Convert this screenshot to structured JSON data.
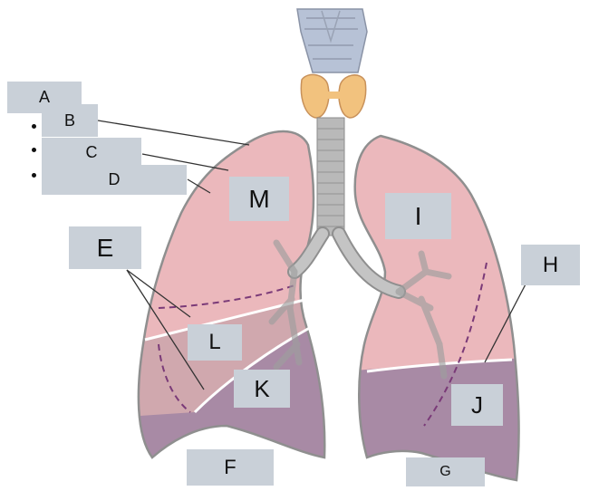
{
  "diagram": {
    "labels": {
      "A": "A",
      "B": "B",
      "C": "C",
      "D": "D",
      "E": "E",
      "F": "F",
      "G": "G",
      "H": "H",
      "I": "I",
      "J": "J",
      "K": "K",
      "L": "L",
      "M": "M"
    },
    "colors": {
      "upper_lobe": "#ebb8bc",
      "lower_lobe": "#a88aa5",
      "middle_lobe": "#d0a8ae",
      "lung_outline": "#8f8f8f",
      "fissure_dashed": "#7a3a78",
      "trachea": "#b9b9b9",
      "larynx": "#b7c2d6",
      "thyroid": "#f2c27e",
      "label_box": "#c9d0d8"
    }
  }
}
